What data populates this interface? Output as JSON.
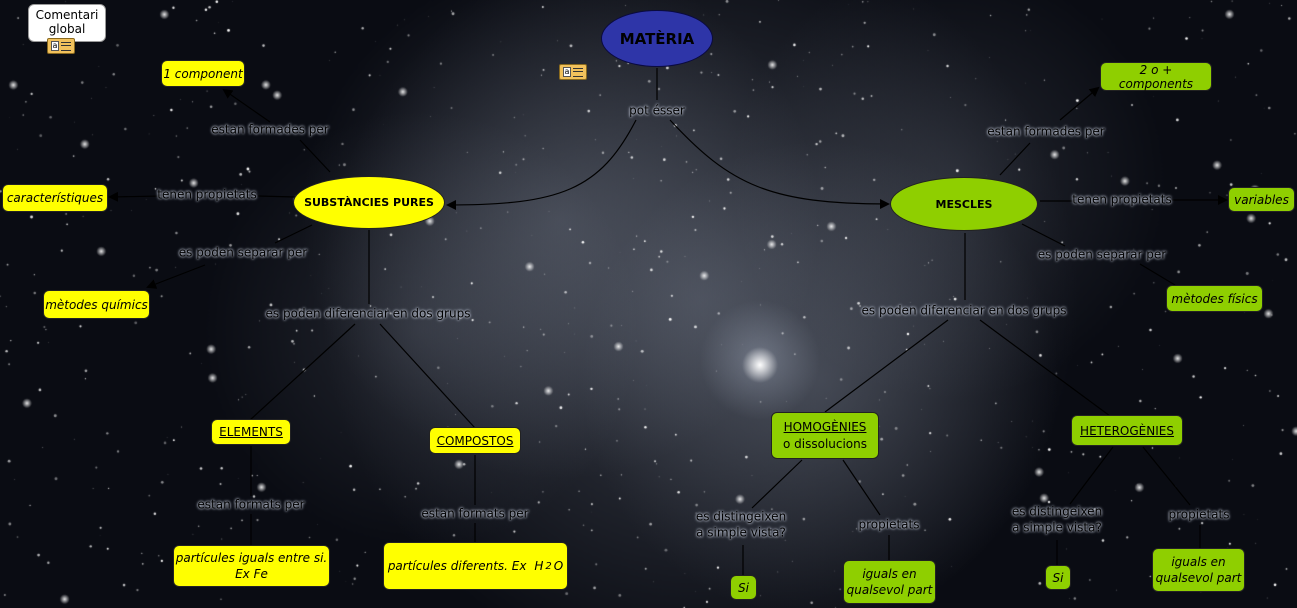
{
  "comment_box": {
    "line1": "Comentari",
    "line2": "global"
  },
  "nodes": {
    "materia": "MATÈRIA",
    "pures": "SUBSTÀNCIES PURES",
    "mescles": "MESCLES",
    "un_component": "1 component",
    "caracteristiques": "característiques",
    "metodes_quimics": "mètodes químics",
    "elements": "ELEMENTS",
    "compostos": "COMPOSTOS",
    "particules_iguals_1": "partícules iguals entre si.",
    "particules_iguals_2": "Ex Fe",
    "particules_diferents": "partícules diferents. Ex",
    "formula_h": "H",
    "formula_2": "2",
    "formula_o": "O",
    "dos_components": "2 o + components",
    "variables": "variables",
    "metodes_fisics": "mètodes físics",
    "homogenies": "HOMOGÈNIES",
    "dissolucions": "o dissolucions",
    "heterogenies": "HETEROGÈNIES",
    "si_1": "Si",
    "iguals_1a": "iguals en",
    "iguals_1b": "qualsevol part",
    "si_2": "Si",
    "iguals_2a": "iguals en",
    "iguals_2b": "qualsevol part"
  },
  "links": {
    "pot_esser": "pot ésser",
    "estan_formades_1": "estan formades per",
    "tenen_propietats_1": "tenen propietats",
    "es_poden_separar_1": "es poden separar per",
    "es_poden_diferenciar_1": "es poden diferenciar en dos grups",
    "estan_formats_1": "estan formats per",
    "estan_formats_2": "estan formats per",
    "estan_formades_2": "estan formades per",
    "tenen_propietats_2": "tenen propietats",
    "es_poden_separar_2": "es poden separar per",
    "es_poden_diferenciar_2": "es poden diferenciar en dos grups",
    "distingeixen_1a": "es distingeixen",
    "distingeixen_1b": "a simple vista?",
    "propietats_1": "propietats",
    "distingeixen_2a": "es distingeixen",
    "distingeixen_2b": "a simple vista?",
    "propietats_2": "propietats"
  },
  "colors": {
    "yellow": "#ffff00",
    "green": "#8fcf00",
    "root": "#2e35a8"
  }
}
